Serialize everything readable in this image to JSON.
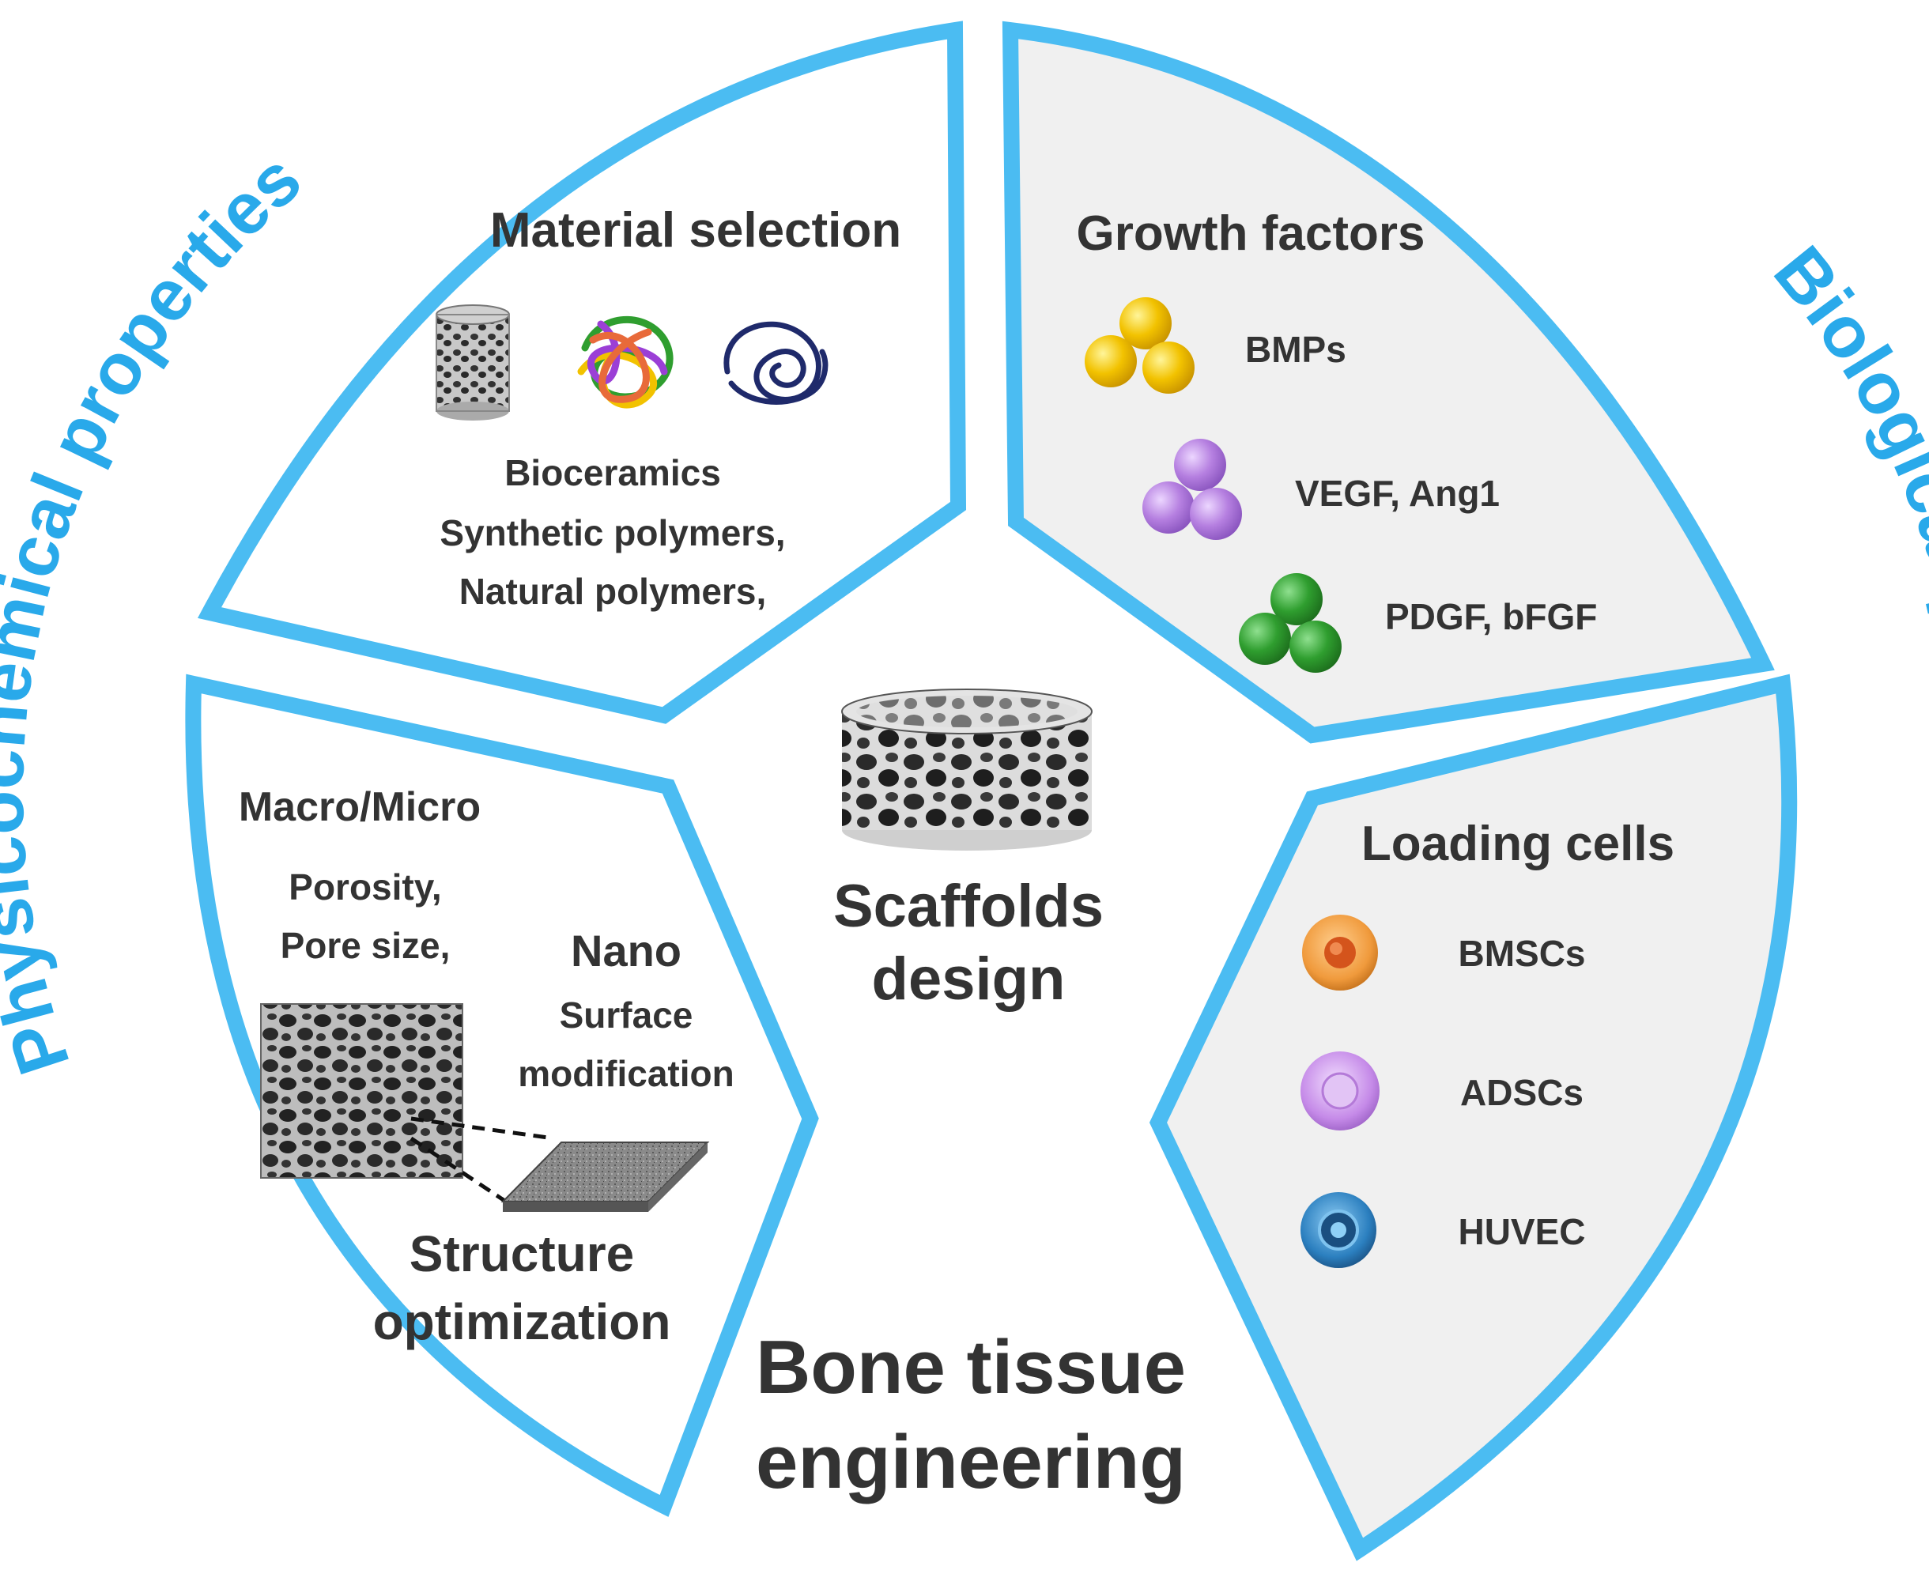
{
  "colors": {
    "outline": "#4bbcf2",
    "arc_text": "#29a9ea",
    "panel_fill_right": "#f0f0f0",
    "panel_fill_left": "#ffffff",
    "text": "#333333",
    "bmps": "#f2c200",
    "vegf": "#b57fe0",
    "pdgf": "#2f9e2f",
    "bmscs": "#f09a3c",
    "adscs": "#c58ae8",
    "huvec": "#2b7fbf"
  },
  "arc_labels": {
    "left": "Physicochemical properties",
    "right": "Biological properties"
  },
  "center": {
    "line1": "Scaffolds",
    "line2": "design",
    "icon": "scaffold-cylinder-icon"
  },
  "footer": {
    "line1": "Bone tissue",
    "line2": "engineering"
  },
  "material_selection": {
    "title": "Material selection",
    "icons": [
      "porous-cylinder-icon",
      "synthetic-polymer-tangle-icon",
      "natural-polymer-coil-icon"
    ],
    "line1": "Bioceramics",
    "line2": "Synthetic polymers,",
    "line3": "Natural polymers,"
  },
  "structure_optimization": {
    "macro_title": "Macro/Micro",
    "porosity": "Porosity,",
    "pore_size": "Pore size,",
    "nano_title": "Nano",
    "surface": "Surface",
    "modification": "modification",
    "title_line1": "Structure",
    "title_line2": "optimization",
    "icons": [
      "porous-block-icon",
      "nano-surface-sheet-icon"
    ]
  },
  "growth_factors": {
    "title": "Growth factors",
    "items": [
      {
        "label": "BMPs",
        "icon": "bmps-cluster-icon"
      },
      {
        "label": "VEGF, Ang1",
        "icon": "vegf-cluster-icon"
      },
      {
        "label": "PDGF, bFGF",
        "icon": "pdgf-cluster-icon"
      }
    ]
  },
  "loading_cells": {
    "title": "Loading cells",
    "items": [
      {
        "label": "BMSCs",
        "icon": "bmscs-cell-icon"
      },
      {
        "label": "ADSCs",
        "icon": "adscs-cell-icon"
      },
      {
        "label": "HUVEC",
        "icon": "huvec-cell-icon"
      }
    ]
  }
}
